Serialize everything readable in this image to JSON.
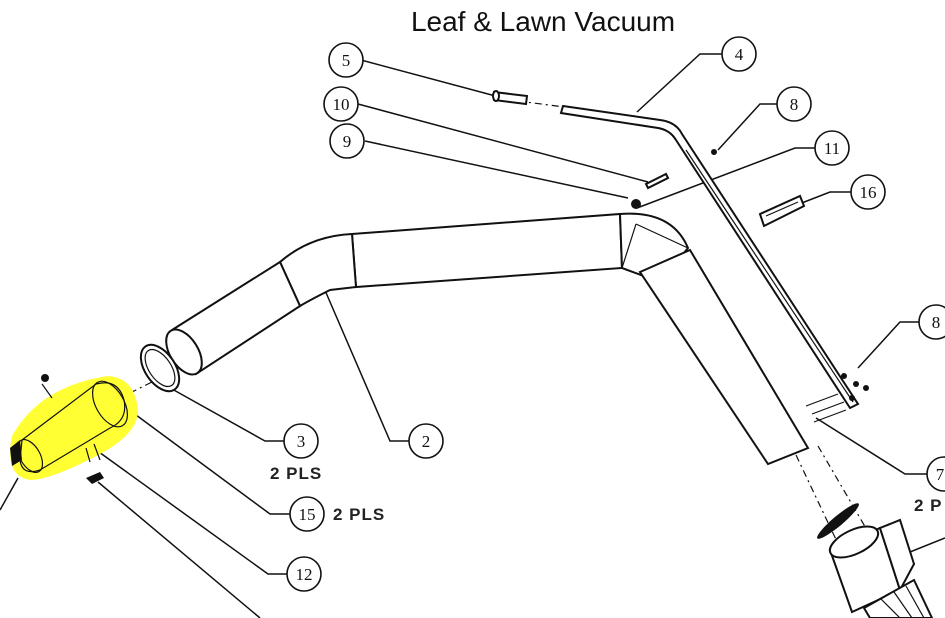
{
  "title": "Leaf & Lawn Vacuum",
  "highlight_color": "#ffff33",
  "callouts": [
    {
      "id": "c5",
      "label": "5",
      "note": ""
    },
    {
      "id": "c4",
      "label": "4",
      "note": ""
    },
    {
      "id": "c10",
      "label": "10",
      "note": ""
    },
    {
      "id": "c8a",
      "label": "8",
      "note": ""
    },
    {
      "id": "c9",
      "label": "9",
      "note": ""
    },
    {
      "id": "c11",
      "label": "11",
      "note": ""
    },
    {
      "id": "c16",
      "label": "16",
      "note": ""
    },
    {
      "id": "c8b",
      "label": "8",
      "note": ""
    },
    {
      "id": "c3",
      "label": "3",
      "note": "2 PLS"
    },
    {
      "id": "c2",
      "label": "2",
      "note": ""
    },
    {
      "id": "c7",
      "label": "7",
      "note": "2 P"
    },
    {
      "id": "c15",
      "label": "15",
      "note": "2 PLS"
    },
    {
      "id": "c12",
      "label": "12",
      "note": ""
    }
  ]
}
